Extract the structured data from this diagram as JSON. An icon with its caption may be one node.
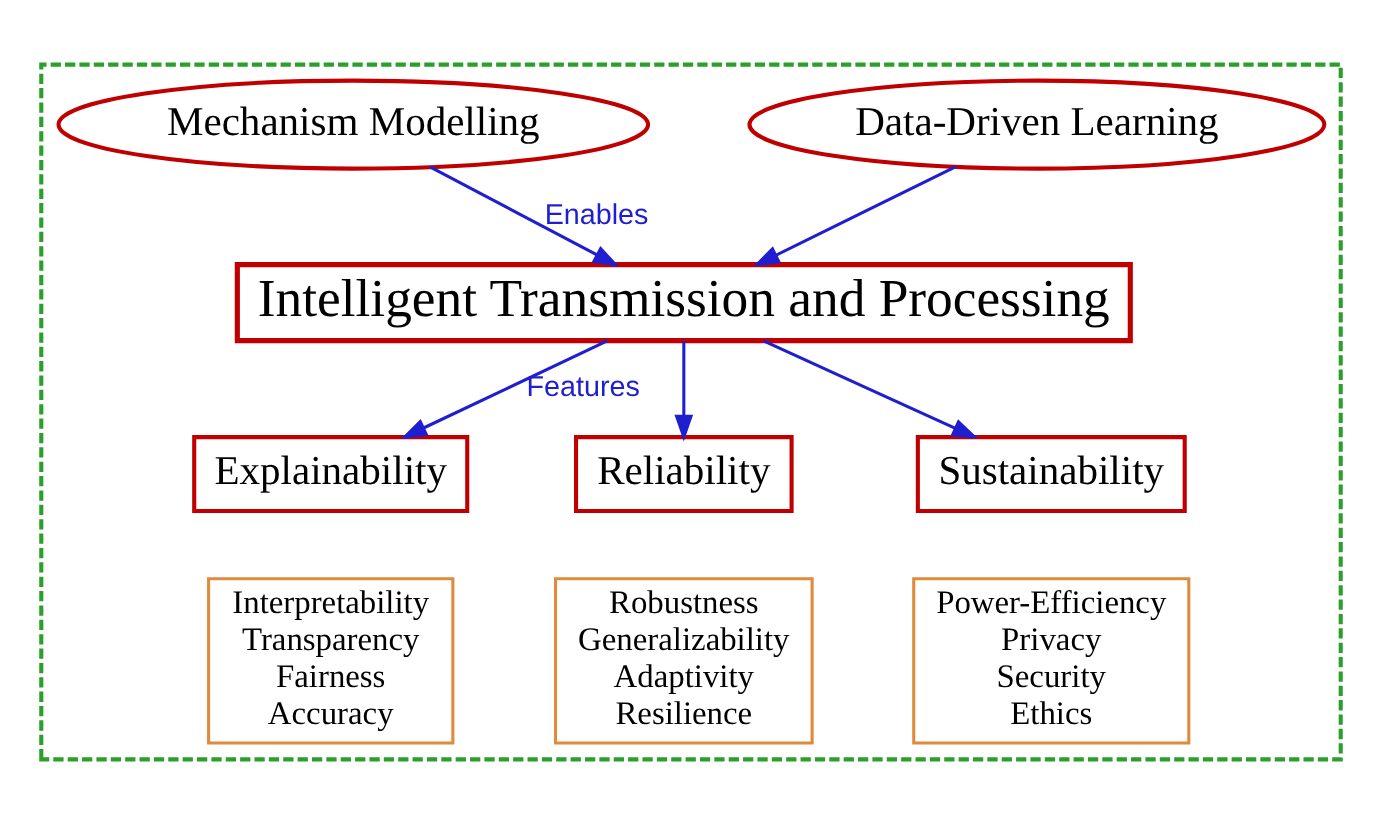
{
  "diagram": {
    "nodes": [
      {
        "text": [],
        "shape": "box"
      },
      {
        "text": [
          "Mechanism Modelling"
        ],
        "in": 0
      },
      {
        "text": [
          "Data-Driven Learning"
        ],
        "in": 0
      },
      {
        "text": [
          "Intelligent Transmission and Processing"
        ],
        "in": 0
      },
      {
        "text": [
          "Explainability"
        ],
        "in": 0
      },
      {
        "text": [
          "Interpretability",
          "Transparency",
          "Fairness",
          "Accuracy"
        ],
        "in": 0
      },
      {
        "text": [
          "Reliability"
        ],
        "in": 0
      },
      {
        "text": [
          "Robustness",
          "Generalizability",
          "Adaptivity",
          "Resilience"
        ],
        "in": 0
      },
      {
        "text": [
          "Sustainability"
        ],
        "in": 0
      },
      {
        "text": [
          "Power-Efficiency",
          "Privacy",
          "Security",
          "Ethics"
        ],
        "in": 0
      }
    ],
    "edges": [
      {
        "from": 1,
        "to": 3,
        "arrow": "to",
        "label": "Enables"
      },
      {
        "from": 2,
        "to": 3,
        "arrow": "to"
      },
      {
        "from": 3,
        "to": 4,
        "arrow": "to",
        "label": "Features"
      },
      {
        "from": 3,
        "to": 6,
        "arrow": "to"
      },
      {
        "from": 3,
        "to": 8,
        "arrow": "to"
      }
    ]
  }
}
